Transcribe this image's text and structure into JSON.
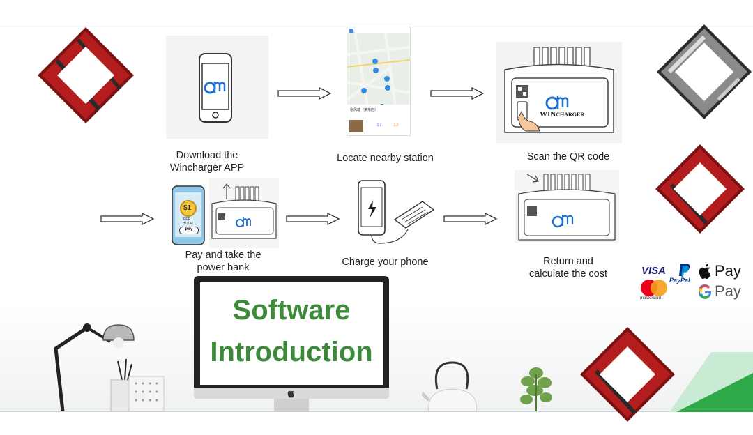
{
  "steps": [
    {
      "caption_line1": "Download the",
      "caption_line2": "Wincharger APP"
    },
    {
      "caption_line1": "Locate nearby station",
      "caption_line2": ""
    },
    {
      "caption_line1": "Scan the QR code",
      "caption_line2": ""
    },
    {
      "caption_line1": "Pay and take the",
      "caption_line2": "power bank"
    },
    {
      "caption_line1": "Charge your phone",
      "caption_line2": ""
    },
    {
      "caption_line1": "Return and",
      "caption_line2": "calculate the cost"
    }
  ],
  "brand": {
    "name": "WINCHARGER",
    "name_prefix": "WIN",
    "name_suffix": "CHARGER"
  },
  "pay_phone": {
    "amount": "$1",
    "rate_line1": "PER",
    "rate_line2": "HOUR",
    "pay_button": "PAY"
  },
  "map": {
    "place_name": "避风塘（莱东店）",
    "stat1": "17",
    "stat2": "13"
  },
  "monitor": {
    "title_line1": "Software",
    "title_line2": "Introduction"
  },
  "payment_methods": {
    "visa": "VISA",
    "paypal": "PayPal",
    "apple_pay": "Pay",
    "mastercard": "mastercard",
    "google_pay": "Pay"
  },
  "colors": {
    "accent_green": "#3c8a3a",
    "brand_blue": "#1f6fd1",
    "diamond_red": "#b31d1d",
    "visa_blue": "#1a1f71",
    "paypal_blue": "#003087",
    "paypal_light": "#009cde"
  }
}
